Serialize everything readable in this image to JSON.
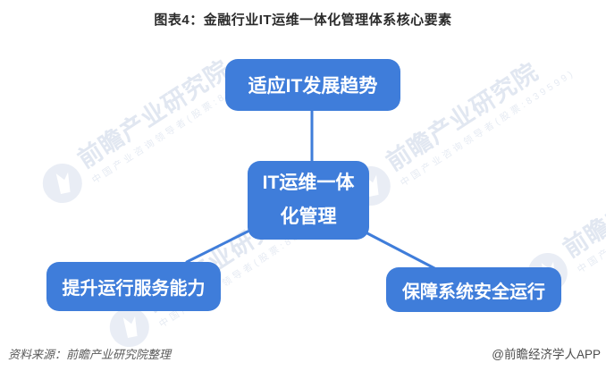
{
  "title": "图表4：金融行业IT运维一体化管理体系核心要素",
  "diagram": {
    "type": "concept-map",
    "center": "IT运维一体化管理",
    "top": "适应IT发展趋势",
    "bottom_left": "提升运行服务能力",
    "bottom_right": "保障系统安全运行",
    "links": [
      [
        "适应IT发展趋势",
        "IT运维一体化管理"
      ],
      [
        "IT运维一体化管理",
        "提升运行服务能力"
      ],
      [
        "IT运维一体化管理",
        "保障系统安全运行"
      ]
    ]
  },
  "watermark": {
    "brand": "前瞻产业研究院",
    "tagline": "中国产业咨询领导者(股票:839599)"
  },
  "footer": {
    "source": "资料来源：前瞻产业研究院整理",
    "credit": "@前瞻经济学人APP"
  },
  "colors": {
    "node_blue": "#3f7dda",
    "node_text": "#ffffff",
    "title_text": "#2b2b2b",
    "watermark_text": "#e1e7f1",
    "footer_text": "#595959"
  }
}
